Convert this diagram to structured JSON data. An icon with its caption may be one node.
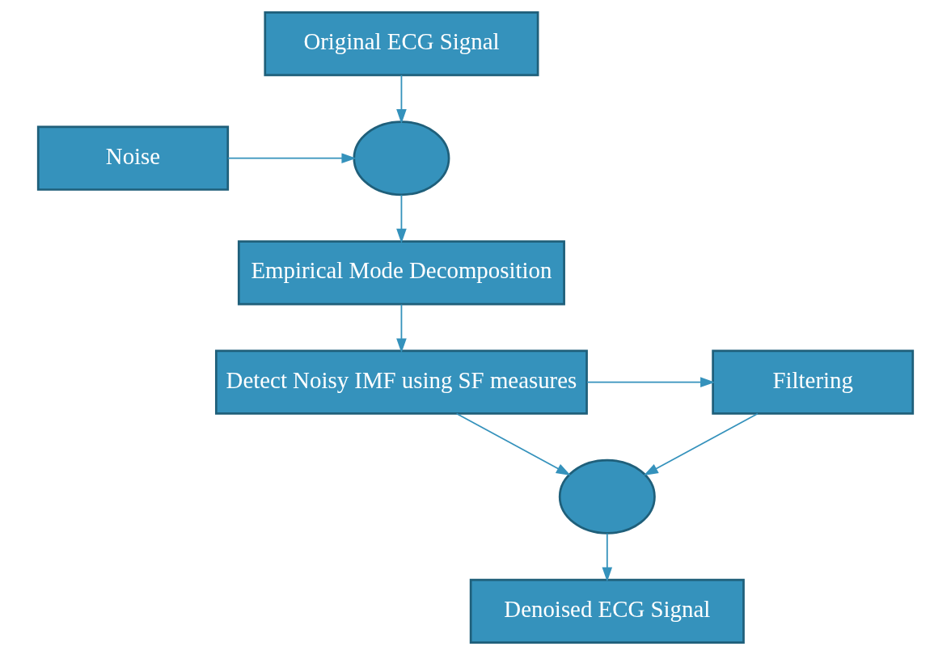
{
  "diagram": {
    "nodes": [
      {
        "text": [
          "Original ECG Signal"
        ]
      },
      {
        "text": [
          "Noise"
        ]
      },
      {
        "text": [],
        "shape": "circle"
      },
      {
        "text": [
          "Empirical Mode Decomposition"
        ]
      },
      {
        "text": [
          "Detect Noisy IMF using SF measures"
        ]
      },
      {
        "text": [
          "Filtering"
        ]
      },
      {
        "text": [],
        "shape": "circle"
      },
      {
        "text": [
          "Denoised ECG Signal"
        ]
      }
    ],
    "edges": [
      {
        "from": 0,
        "to": 2,
        "arrow": "to"
      },
      {
        "from": 1,
        "to": 2,
        "arrow": "to"
      },
      {
        "from": 2,
        "to": 3,
        "arrow": "to"
      },
      {
        "from": 3,
        "to": 4,
        "arrow": "to"
      },
      {
        "from": 4,
        "to": 5,
        "arrow": "to"
      },
      {
        "from": 4,
        "to": 6,
        "arrow": "to"
      },
      {
        "from": 5,
        "to": 6,
        "arrow": "to"
      },
      {
        "from": 6,
        "to": 7,
        "arrow": "to"
      }
    ]
  }
}
